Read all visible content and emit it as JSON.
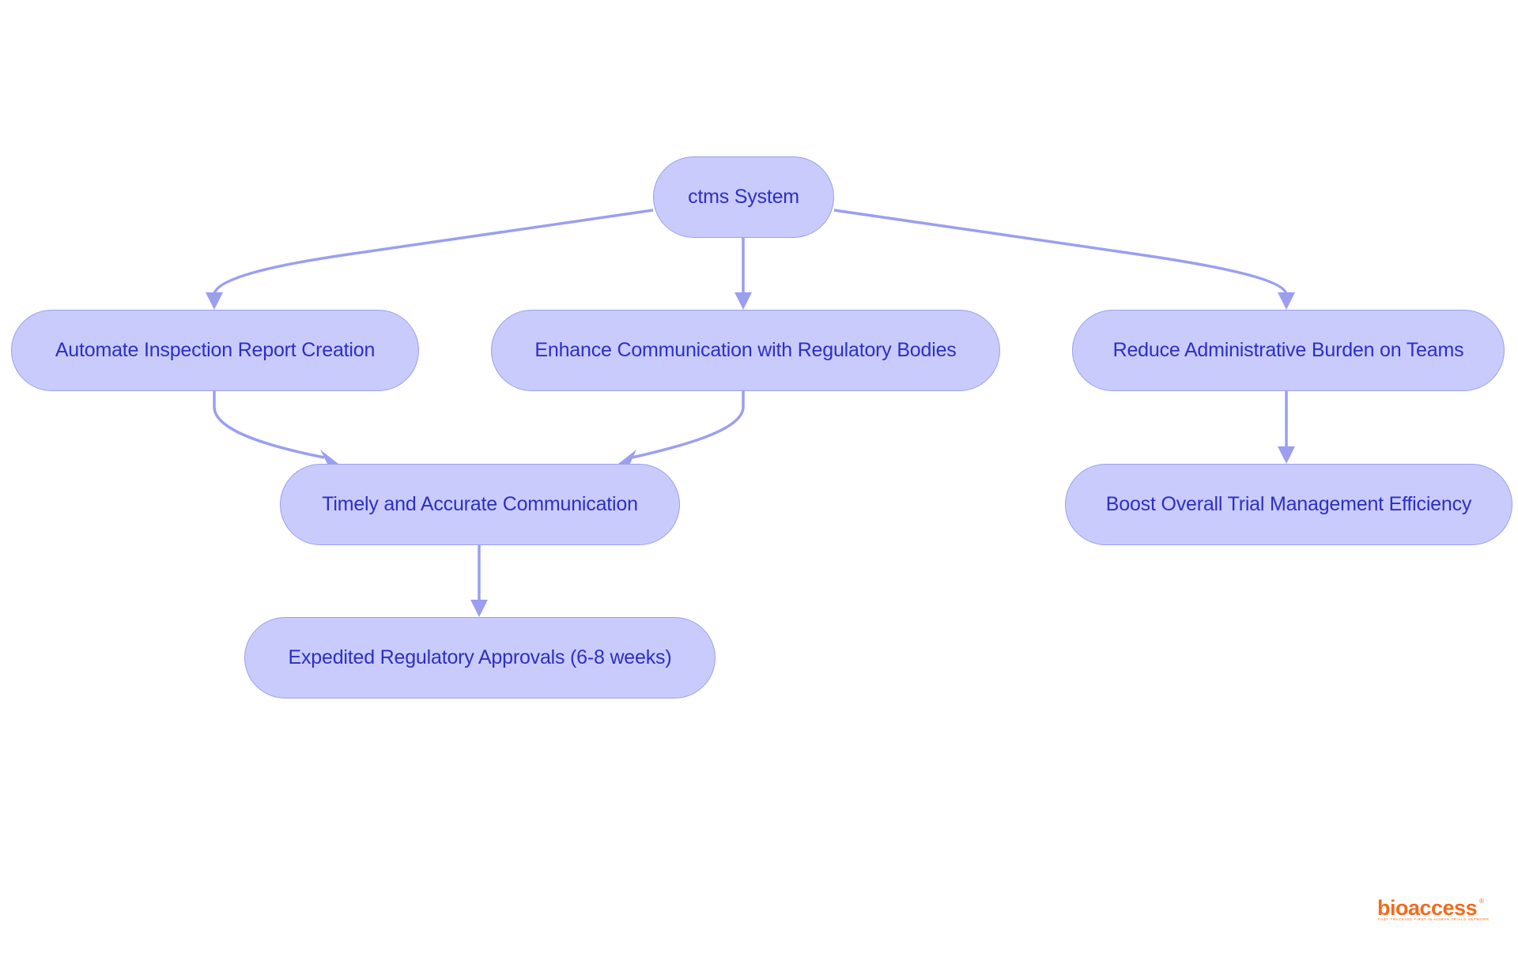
{
  "diagram": {
    "nodes": {
      "root": "ctms System",
      "automate": "Automate Inspection Report Creation",
      "enhance": "Enhance Communication with Regulatory Bodies",
      "reduce": "Reduce Administrative Burden on Teams",
      "timely": "Timely and Accurate Communication",
      "boost": "Boost Overall Trial Management Efficiency",
      "expedited": "Expedited Regulatory Approvals (6-8 weeks)"
    },
    "edges": [
      {
        "from": "root",
        "to": "automate"
      },
      {
        "from": "root",
        "to": "enhance"
      },
      {
        "from": "root",
        "to": "reduce"
      },
      {
        "from": "automate",
        "to": "timely"
      },
      {
        "from": "enhance",
        "to": "timely"
      },
      {
        "from": "reduce",
        "to": "boost"
      },
      {
        "from": "timely",
        "to": "expedited"
      }
    ],
    "colors": {
      "node_fill": "#c9cbfd",
      "node_border": "#9a9ff0",
      "node_text": "#2d2fc4",
      "edge": "#9a9ff0"
    }
  },
  "logo": {
    "name": "bioaccess",
    "registered_mark": "®",
    "tagline": "FAST-TRACKING FIRST-IN-HUMAN TRIALS NETWORK",
    "color": "#f26b1d"
  }
}
